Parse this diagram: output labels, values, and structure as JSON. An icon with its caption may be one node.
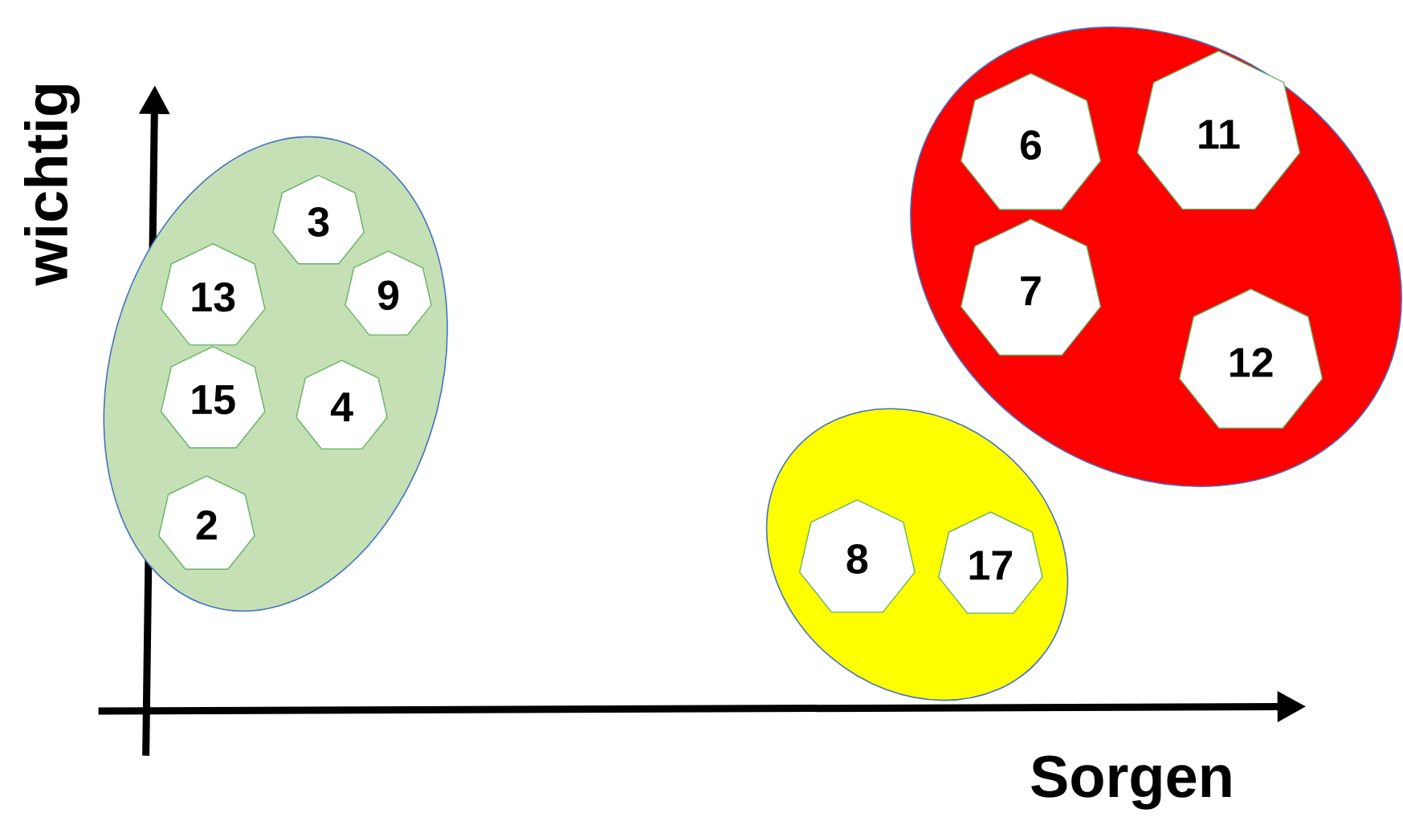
{
  "diagram": {
    "nodes": [
      {
        "text": [],
        "shape": "ellipse"
      },
      {
        "text": [
          "3"
        ],
        "in": 0
      },
      {
        "text": [
          "13"
        ],
        "in": 0
      },
      {
        "text": [
          "9"
        ],
        "in": 0
      },
      {
        "text": [
          "15"
        ],
        "in": 0
      },
      {
        "text": [
          "4"
        ],
        "in": 0
      },
      {
        "text": [
          "2"
        ],
        "in": 0
      },
      {
        "text": [],
        "shape": "ellipse"
      },
      {
        "text": [
          "6"
        ],
        "in": 7
      },
      {
        "text": [
          "11"
        ],
        "in": 7
      },
      {
        "text": [
          "7"
        ],
        "in": 7
      },
      {
        "text": [
          "12"
        ],
        "in": 7
      },
      {
        "text": [],
        "shape": "ellipse"
      },
      {
        "text": [
          "8"
        ],
        "in": 12
      },
      {
        "text": [
          "17"
        ],
        "in": 12
      }
    ],
    "edges": [],
    "labels": [
      "wichtig",
      "Sorgen"
    ]
  }
}
